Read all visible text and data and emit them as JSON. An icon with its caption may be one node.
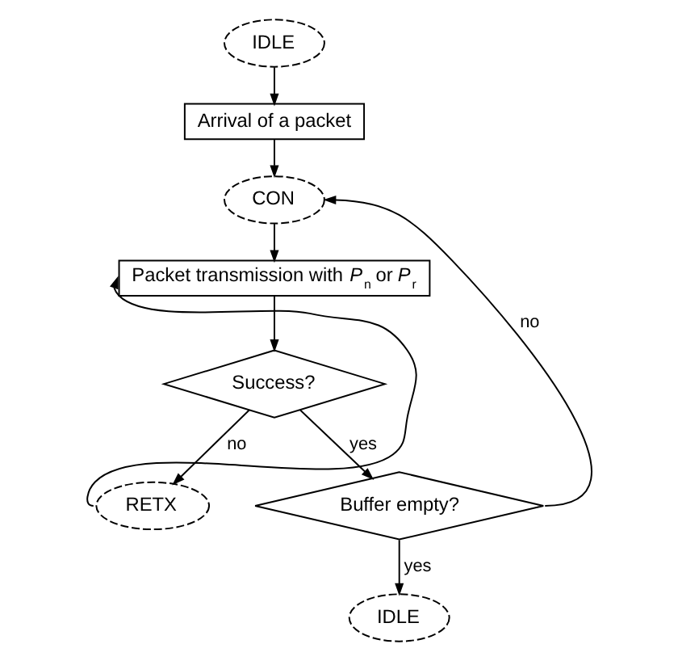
{
  "diagram": {
    "nodes": [
      {
        "text": [
          "IDLE"
        ]
      },
      {
        "text": [
          "Arrival of a packet"
        ]
      },
      {
        "text": [
          "CON"
        ]
      },
      {
        "text": [
          "Packet transmission with *P*$_{n}$ or *P*$_{r}$"
        ]
      },
      {
        "text": [
          "Success?"
        ]
      },
      {
        "text": [
          "RETX"
        ]
      },
      {
        "text": [
          "Buffer empty?"
        ]
      },
      {
        "text": [
          "IDLE"
        ]
      }
    ],
    "edges": [
      {
        "from": 0,
        "to": 1,
        "arrow": "to"
      },
      {
        "from": 1,
        "to": 2,
        "arrow": "to"
      },
      {
        "from": 2,
        "to": 3,
        "arrow": "to"
      },
      {
        "from": 3,
        "to": 4,
        "arrow": "to"
      },
      {
        "from": 4,
        "to": 5,
        "arrow": "to",
        "label": "no"
      },
      {
        "from": 4,
        "to": 6,
        "arrow": "to",
        "label": "yes"
      },
      {
        "from": 6,
        "to": 7,
        "arrow": "to",
        "label": "yes"
      },
      {
        "from": 6,
        "to": 2,
        "arrow": "to",
        "label": "no"
      },
      {
        "from": 5,
        "to": 3,
        "arrow": "to"
      }
    ]
  }
}
